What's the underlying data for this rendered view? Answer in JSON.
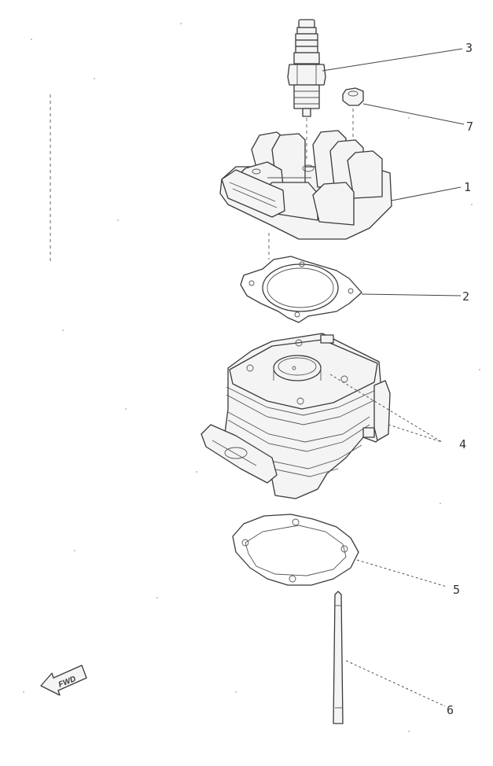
{
  "callouts": {
    "c1": "1",
    "c2": "2",
    "c3": "3",
    "c4": "4",
    "c5": "5",
    "c6": "6",
    "c7": "7"
  },
  "direction_marker": {
    "label": "FWD"
  },
  "line_color": "#3a3a3a"
}
